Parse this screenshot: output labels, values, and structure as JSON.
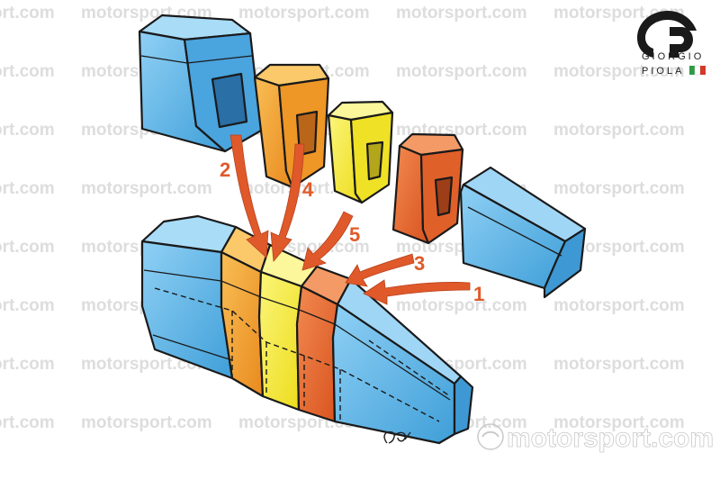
{
  "watermark": {
    "text": "motorsport.com",
    "large_text": "motorsport.com"
  },
  "brand": {
    "line1": "GIORGIO",
    "line2": "PIOLA"
  },
  "callouts": [
    "2",
    "4",
    "5",
    "3",
    "1"
  ],
  "signature": "GP",
  "colors": {
    "blue": "#5bb4e8",
    "orange": "#f2a12e",
    "yellow": "#f7ee32",
    "red_orange": "#e9672a",
    "arrow": "#e0592a",
    "italy_green": "#2e9a45",
    "italy_red": "#d23a2a"
  }
}
